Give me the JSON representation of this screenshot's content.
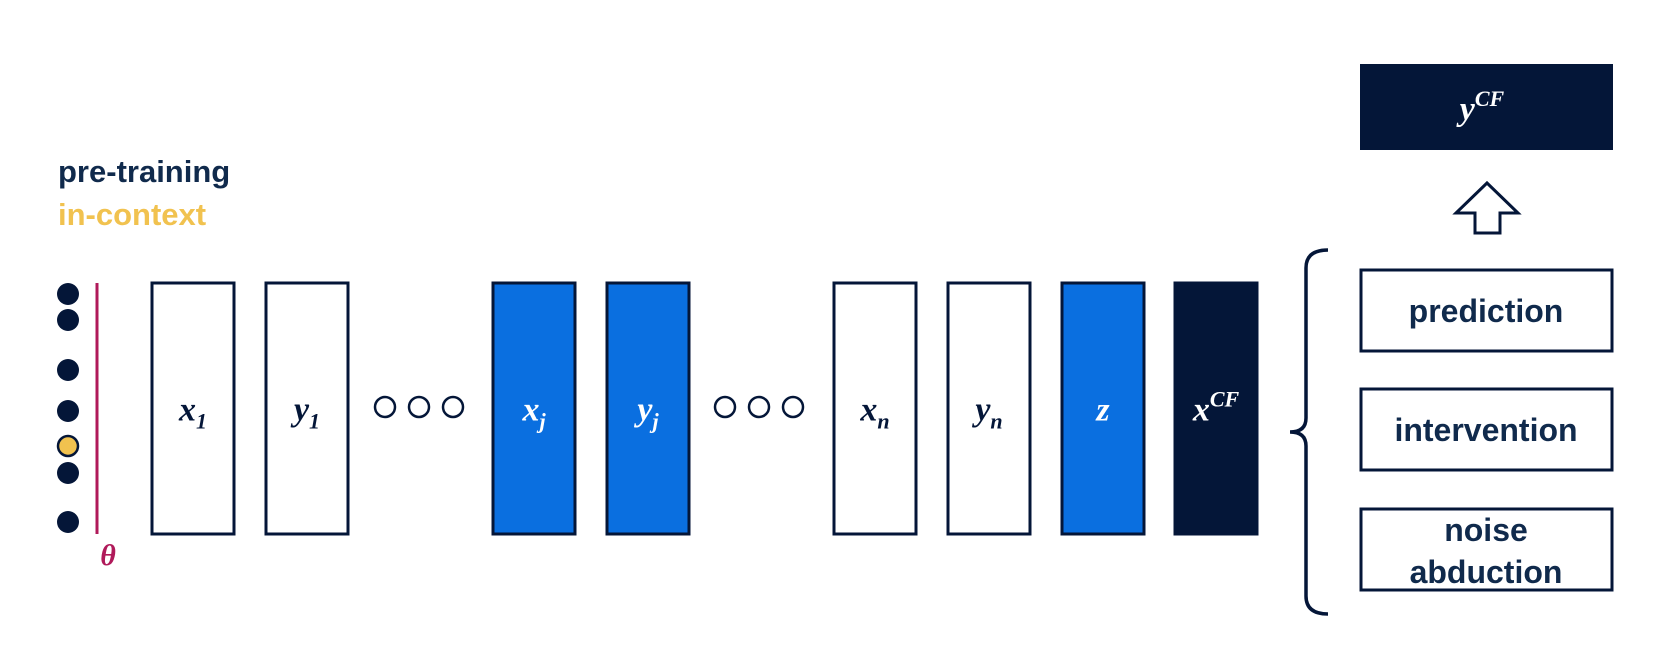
{
  "legend": {
    "pretraining_label": "pre-training",
    "incontext_label": "in-context"
  },
  "theta": {
    "label": "θ"
  },
  "tokens": [
    {
      "id": "x1",
      "base": "x",
      "sub": "1",
      "kind": "outline"
    },
    {
      "id": "y1",
      "base": "y",
      "sub": "1",
      "kind": "outline"
    },
    {
      "id": "xj",
      "base": "x",
      "sub": "j",
      "kind": "blue"
    },
    {
      "id": "yj",
      "base": "y",
      "sub": "j",
      "kind": "blue"
    },
    {
      "id": "xn",
      "base": "x",
      "sub": "n",
      "kind": "outline"
    },
    {
      "id": "yn",
      "base": "y",
      "sub": "n",
      "kind": "outline"
    },
    {
      "id": "z",
      "base": "z",
      "sub": "",
      "kind": "blue"
    },
    {
      "id": "xcf",
      "base": "x",
      "sup": "CF",
      "kind": "dark"
    }
  ],
  "output": {
    "base": "y",
    "sup": "CF"
  },
  "tasks": [
    {
      "id": "prediction",
      "lines": [
        "prediction"
      ]
    },
    {
      "id": "intervention",
      "lines": [
        "intervention"
      ]
    },
    {
      "id": "noise-abduction",
      "lines": [
        "noise",
        "abduction"
      ]
    }
  ],
  "colors": {
    "navy": "#041638",
    "blue": "#0a6fe0",
    "gold": "#f1c24f",
    "crimson": "#b01a5a",
    "white": "#ffffff"
  }
}
